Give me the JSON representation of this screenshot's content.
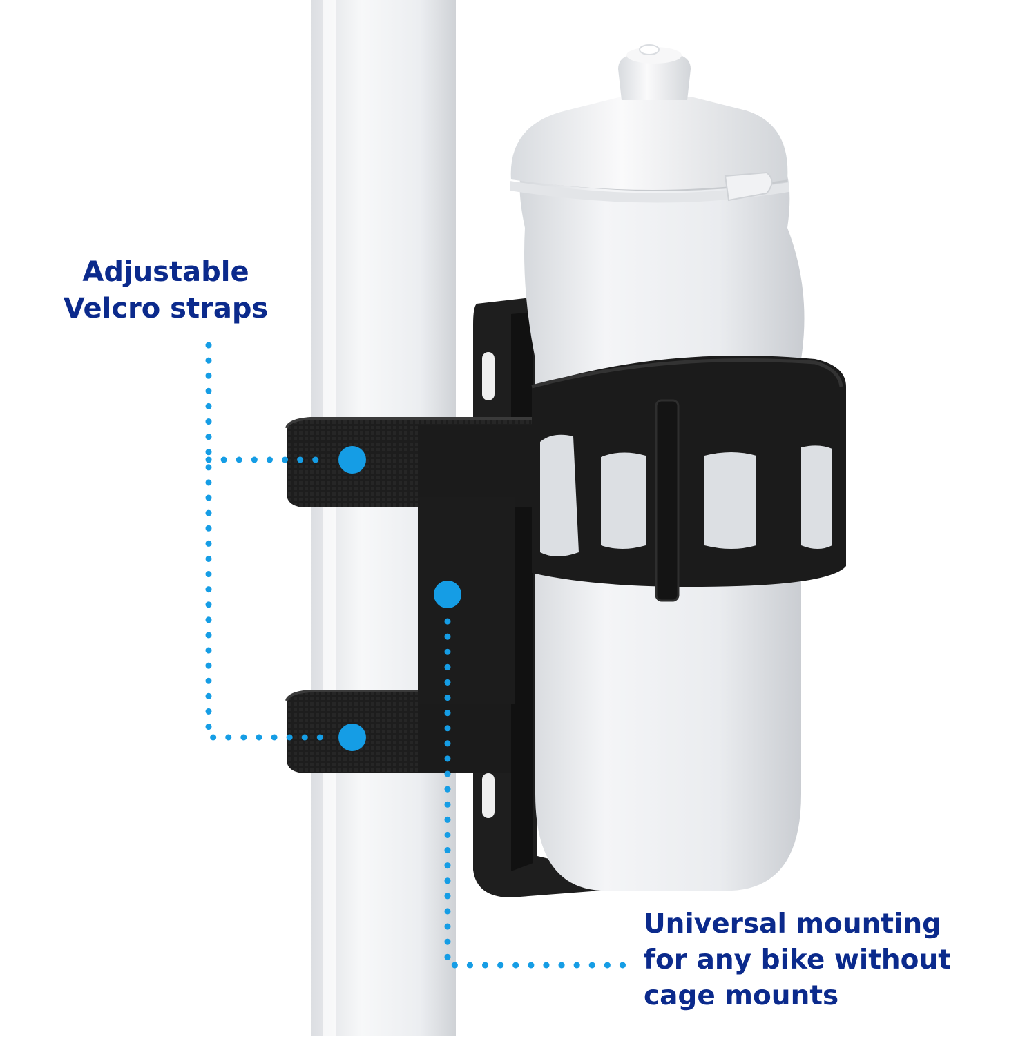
{
  "colors": {
    "accent": "#159de5",
    "label_text": "#0b2a8c",
    "holder": "#1b1b1b",
    "bottle": "#e9ebee",
    "pole": "#f1f2f4"
  },
  "callouts": {
    "straps": {
      "line1": "Adjustable",
      "line2": "Velcro straps"
    },
    "mounting": {
      "line1": "Universal mounting",
      "line2": "for any bike without",
      "line3": "cage mounts"
    }
  }
}
